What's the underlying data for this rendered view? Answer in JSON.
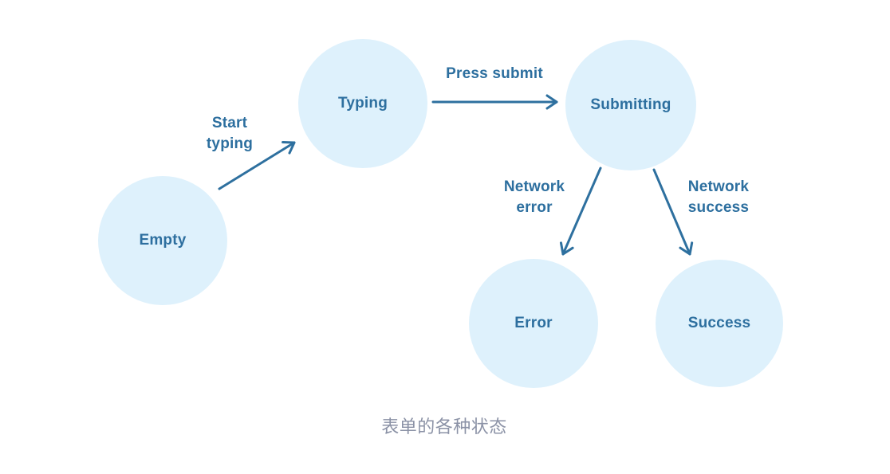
{
  "diagram": {
    "caption": "表单的各种状态",
    "colors": {
      "node_fill": "#def1fc",
      "node_text": "#2d6f9f",
      "arrow": "#2e709f",
      "caption_text": "#8b92a6"
    },
    "nodes": [
      {
        "id": "empty",
        "label": "Empty"
      },
      {
        "id": "typing",
        "label": "Typing"
      },
      {
        "id": "submitting",
        "label": "Submitting"
      },
      {
        "id": "error",
        "label": "Error"
      },
      {
        "id": "success",
        "label": "Success"
      }
    ],
    "edges": [
      {
        "from": "empty",
        "to": "typing",
        "label": "Start\ntyping"
      },
      {
        "from": "typing",
        "to": "submitting",
        "label": "Press submit"
      },
      {
        "from": "submitting",
        "to": "error",
        "label": "Network\nerror"
      },
      {
        "from": "submitting",
        "to": "success",
        "label": "Network\nsuccess"
      }
    ]
  }
}
